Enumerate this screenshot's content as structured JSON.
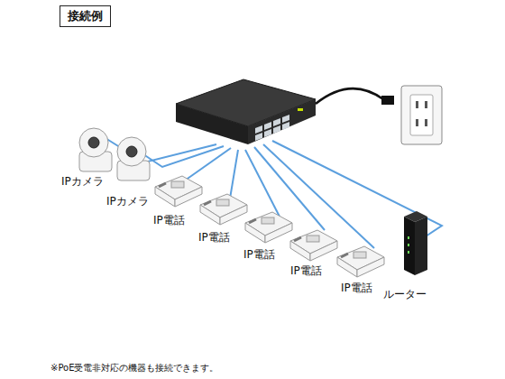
{
  "diagram": {
    "title": "接続例",
    "caption": "※PoE受電非対応の機器も接続できます。",
    "nodes": [
      {
        "text": [
          "IPカメラ"
        ]
      },
      {
        "text": [
          "IPカメラ"
        ]
      },
      {
        "text": [
          "IP電話"
        ]
      },
      {
        "text": [
          "IP電話"
        ]
      },
      {
        "text": [
          "IP電話"
        ]
      },
      {
        "text": [
          "IP電話"
        ]
      },
      {
        "text": [
          "IP電話"
        ]
      },
      {
        "text": [
          "ルーター"
        ]
      }
    ]
  }
}
